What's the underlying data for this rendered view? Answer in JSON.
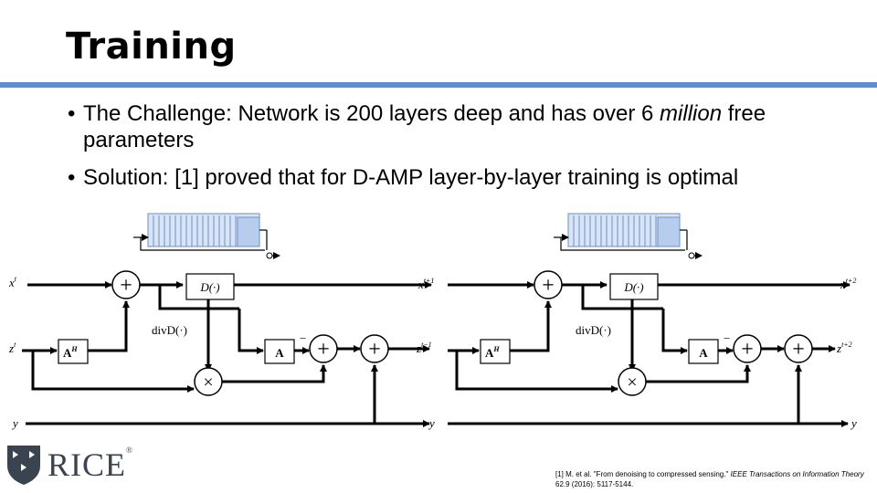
{
  "title": "Training",
  "bullets": [
    {
      "pre": "The Challenge: Network is 200 layers deep and has over 6 ",
      "em": "million",
      "post": " free parameters"
    },
    {
      "pre": "Solution: [1] proved that for D-AMP layer-by-layer training is optimal",
      "em": "",
      "post": ""
    }
  ],
  "diagram": {
    "labels": {
      "x_in": "x",
      "z_in": "z",
      "y": "y",
      "denoiser": "D(·)",
      "divergence": "divD(·)",
      "adjoint": "A",
      "forward": "A",
      "plus": "+",
      "minus": "−",
      "times": "×",
      "sup_t": "t",
      "sup_t1": "t+1",
      "sup_t2": "t+2",
      "sup_tm1": "t−1",
      "sup_H": "H"
    }
  },
  "logo": {
    "word": "RICE",
    "tm": "®"
  },
  "reference": {
    "pre": "[1] M. et al. \"From denoising to compressed sensing.\" ",
    "em": "IEEE Transactions on Information Theory",
    "post": " 62.9 (2016): 5117-5144."
  }
}
